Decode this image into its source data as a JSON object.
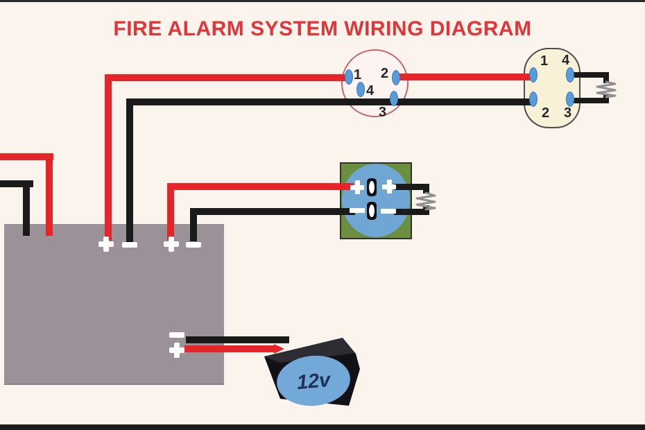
{
  "title": "FIRE ALARM SYSTEM WIRING DIAGRAM",
  "colors": {
    "background": "#fbf4ed",
    "title": "#e23539",
    "wire_red": "#e6252a",
    "wire_black": "#1a1a1a",
    "panel_gray": "#9a9298",
    "detector_fill": "#fdf3f0",
    "detector_stroke": "#c46671",
    "capsule_fill": "#f8f1d7",
    "pin_blue": "#5b9bd5",
    "green_box": "#6b8f3e",
    "blue_disc": "#6fa6d4",
    "battery_black": "#121216",
    "battery_disc": "#73a9d8",
    "battery_text": "#1e3156"
  },
  "detector": {
    "pin1": "1",
    "pin2": "2",
    "pin3": "3",
    "pin4": "4"
  },
  "connector": {
    "pin1": "1",
    "pin2": "2",
    "pin3": "3",
    "pin4": "4"
  },
  "battery": {
    "label": "12v"
  }
}
